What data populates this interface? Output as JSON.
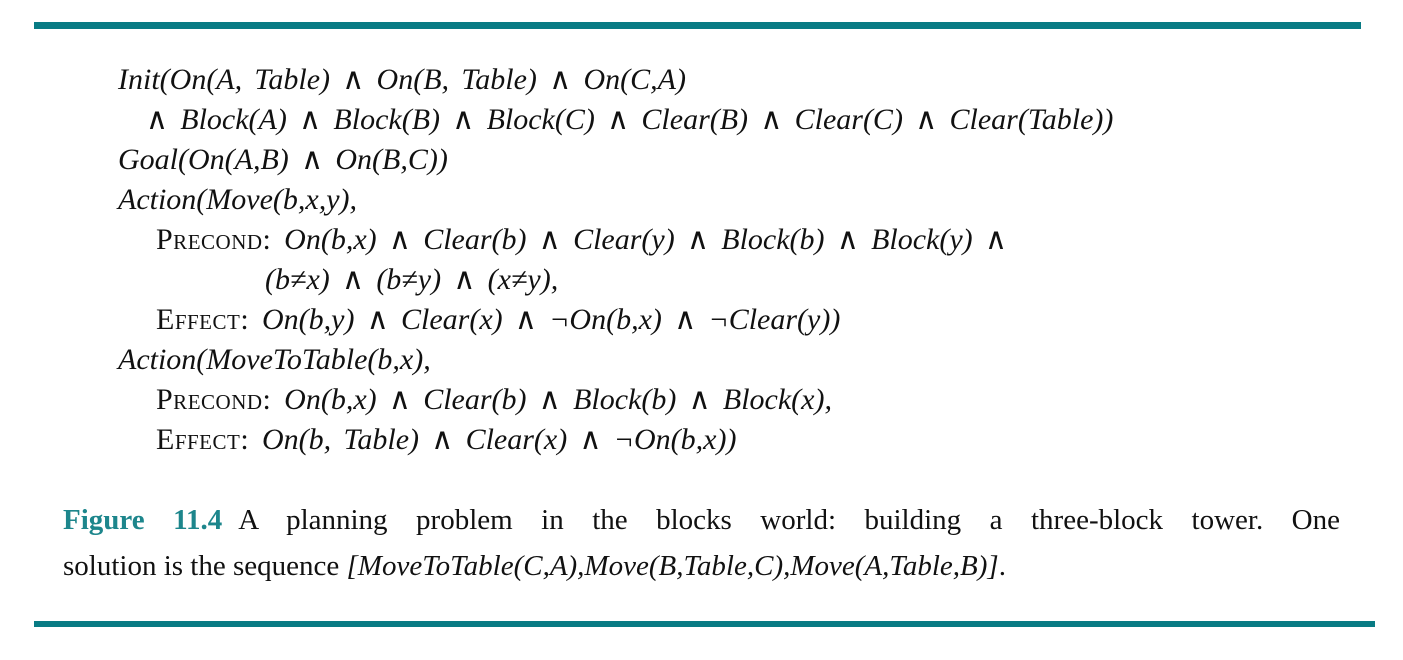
{
  "page": {
    "background": "#ffffff",
    "rule_color": "#087b84"
  },
  "formula": {
    "lines": [
      {
        "indent": 0,
        "segments": [
          {
            "style": "math",
            "text": "Init(On(A, Table) ∧ On(B, Table) ∧ On(C,A)"
          }
        ]
      },
      {
        "indent": 1,
        "segments": [
          {
            "style": "math",
            "text": "∧ Block(A) ∧ Block(B) ∧ Block(C) ∧ Clear(B) ∧ Clear(C) ∧ Clear(Table))"
          }
        ]
      },
      {
        "indent": 0,
        "segments": [
          {
            "style": "math",
            "text": "Goal(On(A,B) ∧ On(B,C))"
          }
        ]
      },
      {
        "indent": 0,
        "segments": [
          {
            "style": "math",
            "text": "Action(Move(b,x,y),"
          }
        ]
      },
      {
        "indent": 2,
        "segments": [
          {
            "style": "sc",
            "text": "Precond: "
          },
          {
            "style": "math",
            "text": "On(b,x) ∧ Clear(b) ∧ Clear(y) ∧ Block(b) ∧ Block(y) ∧"
          }
        ]
      },
      {
        "indent": 3,
        "segments": [
          {
            "style": "math",
            "text": "(b≠x) ∧ (b≠y) ∧ (x≠y),"
          }
        ]
      },
      {
        "indent": 2,
        "segments": [
          {
            "style": "sc",
            "text": "Effect: "
          },
          {
            "style": "math",
            "text": "On(b,y) ∧ Clear(x) ∧ ¬On(b,x) ∧ ¬Clear(y))"
          }
        ]
      },
      {
        "indent": 0,
        "segments": [
          {
            "style": "math",
            "text": "Action(MoveToTable(b,x),"
          }
        ]
      },
      {
        "indent": 2,
        "segments": [
          {
            "style": "sc",
            "text": "Precond: "
          },
          {
            "style": "math",
            "text": "On(b,x) ∧ Clear(b) ∧ Block(b) ∧ Block(x),"
          }
        ]
      },
      {
        "indent": 2,
        "segments": [
          {
            "style": "sc",
            "text": "Effect: "
          },
          {
            "style": "math",
            "text": "On(b, Table) ∧ Clear(x) ∧ ¬On(b,x))"
          }
        ]
      }
    ]
  },
  "caption": {
    "label": "Figure 11.4",
    "label_color": "#1d868c",
    "line1_rest": "A planning problem in the blocks world: building a three-block tower. One",
    "line2_segments": [
      {
        "style": "plain",
        "text": "solution is the sequence "
      },
      {
        "style": "math",
        "text": "[MoveToTable(C,A),Move(B,Table,C),Move(A,Table,B)]"
      },
      {
        "style": "plain",
        "text": "."
      }
    ]
  }
}
